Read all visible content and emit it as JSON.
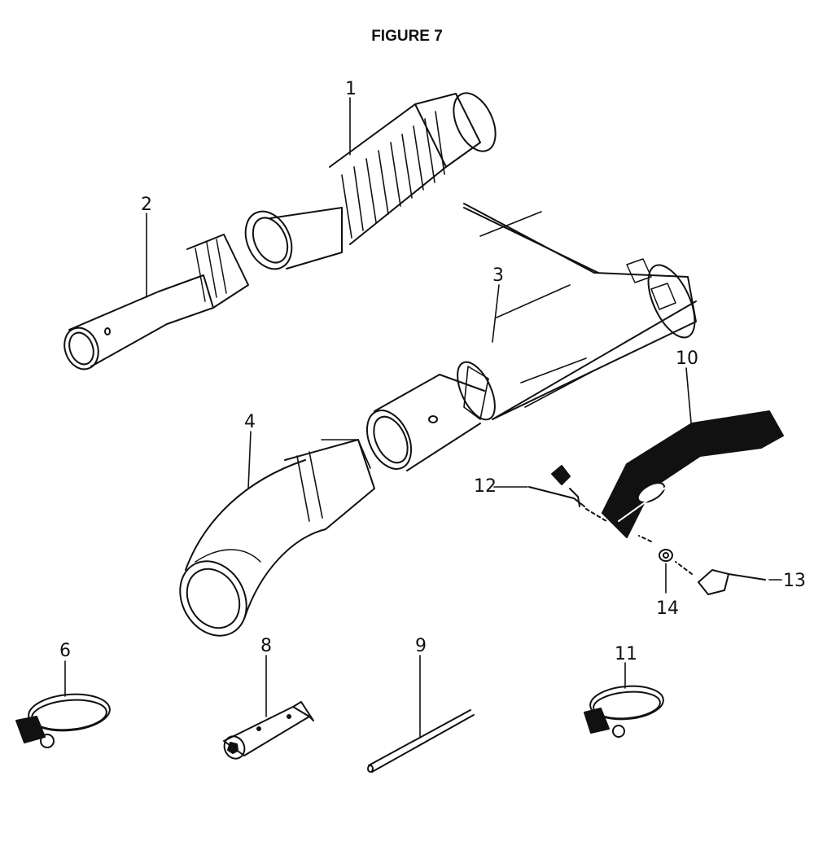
{
  "title": "FIGURE 7",
  "callouts": [
    "1",
    "2",
    "3",
    "4",
    "6",
    "8",
    "9",
    "10",
    "11",
    "12",
    "13",
    "14"
  ]
}
